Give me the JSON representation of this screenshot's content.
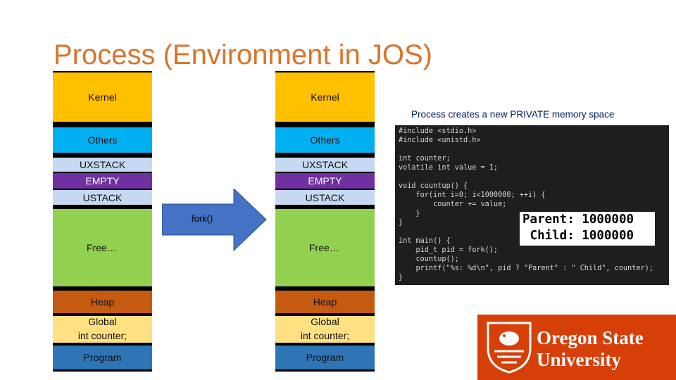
{
  "title": "Process (Environment in JOS)",
  "left_column": {
    "kernel": "Kernel",
    "others": "Others",
    "uxstack": "UXSTACK",
    "empty": "EMPTY",
    "ustack": "USTACK",
    "free": "Free…",
    "heap": "Heap",
    "global_line1": "Global",
    "global_line2": "int counter;",
    "program": "Program"
  },
  "right_column": {
    "kernel": "Kernel",
    "others": "Others",
    "uxstack": "UXSTACK",
    "empty": "EMPTY",
    "ustack": "USTACK",
    "free": "Free…",
    "heap": "Heap",
    "global_line1": "Global",
    "global_line2": "int counter;",
    "program": "Program"
  },
  "fork_label": "fork()",
  "code_caption": "Process creates a new PRIVATE memory space",
  "code_lines": [
    "#include <stdio.h>",
    "#include <unistd.h>",
    "",
    "int counter;",
    "volatile int value = 1;",
    "",
    "void countup() {",
    "    for(int i=0; i<1000000; ++i) {",
    "        counter += value;",
    "    }",
    "}",
    "",
    "int main() {",
    "    pid_t pid = fork();",
    "    countup();",
    "    printf(\"%s: %d\\n\", pid ? \"Parent\" : \" Child\", counter);",
    "}"
  ],
  "output_lines": [
    "Parent: 1000000",
    " Child: 1000000"
  ],
  "logo": {
    "line1": "Oregon State",
    "line2": "University",
    "brand_color": "#d73f09"
  },
  "colors": {
    "title": "#d9742c",
    "kernel": "#ffc000",
    "others": "#00b0f0",
    "stack": "#c5d9f1",
    "empty": "#7030a0",
    "free": "#92d050",
    "heap": "#c55a11",
    "global": "#ffe082",
    "program": "#2e75b6",
    "arrow": "#4472c4"
  }
}
